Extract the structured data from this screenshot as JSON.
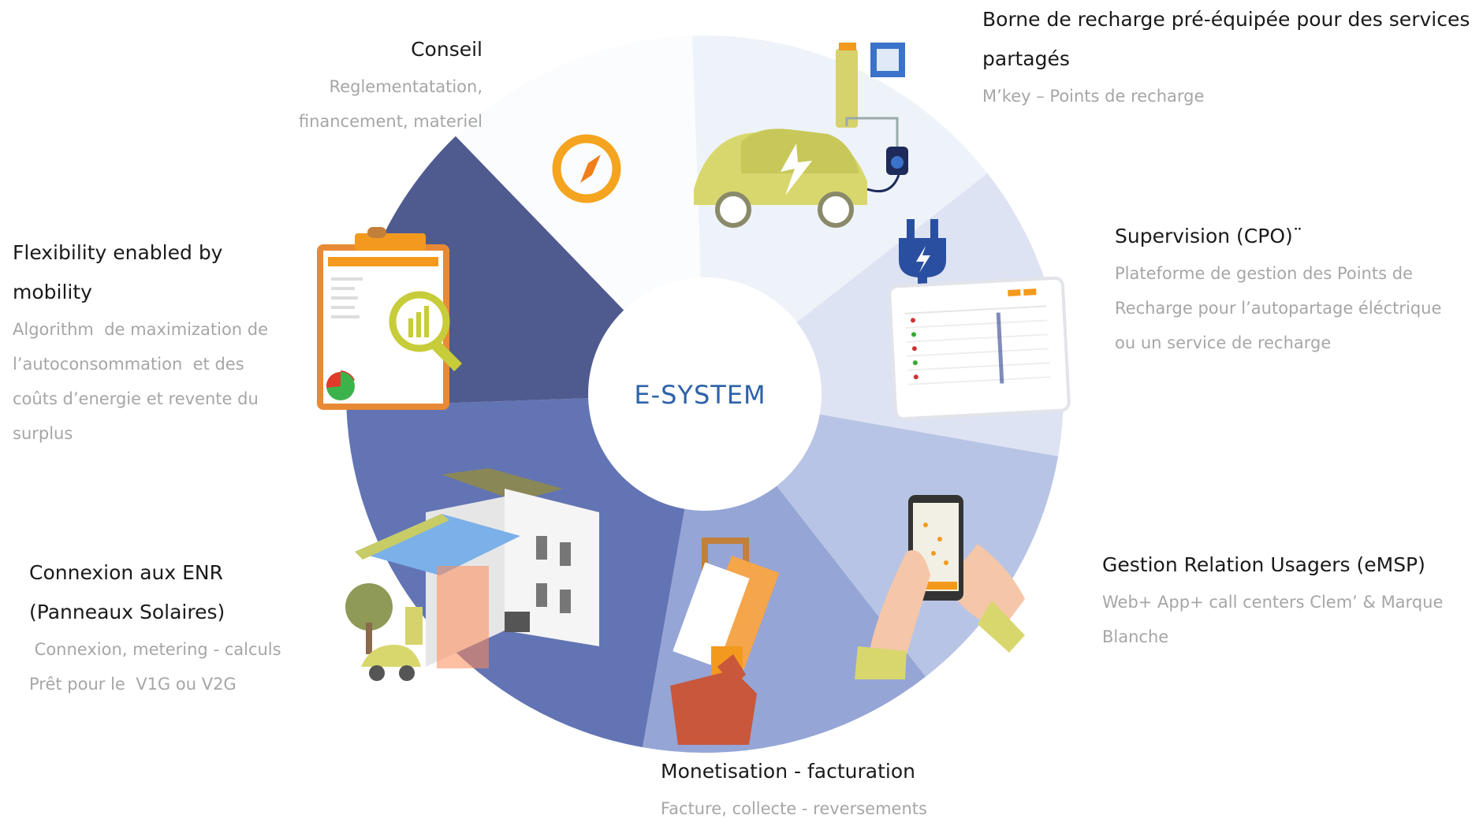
{
  "center": {
    "label": "E-SYSTEM",
    "color": "#2f62a8"
  },
  "segments": [
    {
      "id": "conseil",
      "title": "Conseil",
      "lines": [
        "Reglementatation,",
        "financement, materiel"
      ],
      "color": "#fbfcfd",
      "icon": "compass-icon"
    },
    {
      "id": "borne",
      "title_lines": [
        "Borne de recharge pré-équipée pour des services",
        "partagés"
      ],
      "lines": [
        "M’key – Points de recharge"
      ],
      "color": "#eef3f9",
      "icon": "ev-charging-car-icon"
    },
    {
      "id": "supervision",
      "title": "Supervision (CPO)¨",
      "lines": [
        "Plateforme de gestion des Points de",
        "Recharge pour l’autopartage éléctrique",
        "ou un service de recharge"
      ],
      "color": "#dde3f2",
      "icon": "plug-dashboard-icon"
    },
    {
      "id": "gestion",
      "title": "Gestion Relation Usagers (eMSP)",
      "lines": [
        "Web+ App+ call centers Clem’ & Marque",
        "Blanche"
      ],
      "color": "#b8c4e5",
      "icon": "smartphone-hand-icon"
    },
    {
      "id": "monetisation",
      "title": "Monetisation - facturation",
      "lines": [
        "Facture, collecte - reversements"
      ],
      "color": "#95a5d6",
      "icon": "payment-hand-icon"
    },
    {
      "id": "connexion",
      "title_lines": [
        "Connexion aux ENR",
        "(Panneaux Solaires)"
      ],
      "lines": [
        " Connexion, metering - calculs",
        "Prêt pour le  V1G ou V2G"
      ],
      "color": "#6274b4",
      "icon": "solar-building-icon"
    },
    {
      "id": "flexibility",
      "title_lines": [
        "Flexibility enabled by",
        "mobility"
      ],
      "lines": [
        "Algorithm  de maximization de",
        "l’autoconsommation  et des",
        "coûts d’energie et revente du",
        "surplus"
      ],
      "color": "#4f5b8f",
      "icon": "clipboard-analytics-icon"
    }
  ],
  "brand": {
    "orange": "#f39a1e",
    "lime": "#d8d86a",
    "dark_blue": "#2a3f8e"
  }
}
